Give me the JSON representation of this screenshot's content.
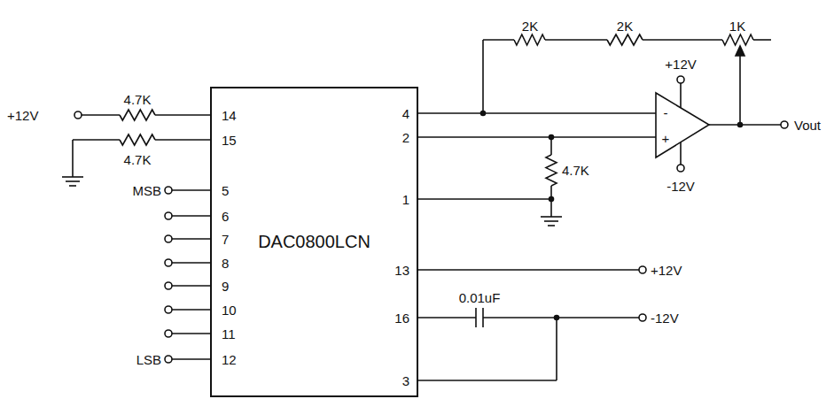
{
  "diagram": {
    "nodes": [
      {
        "text": [
          "DAC0800LCN"
        ]
      }
    ],
    "labels": [
      "+12V",
      "4.7K",
      "14",
      "4.7K",
      "15",
      "MSB",
      "5",
      "6",
      "7",
      "8",
      "9",
      "10",
      "11",
      "LSB",
      "12",
      "4",
      "2",
      "1",
      "13",
      "16",
      "3",
      "2K",
      "2K",
      "1K",
      "+12V",
      "-12V",
      "Vout",
      "4.7K",
      "+12V",
      "0.01uF",
      "-12V",
      "-",
      "+"
    ]
  }
}
